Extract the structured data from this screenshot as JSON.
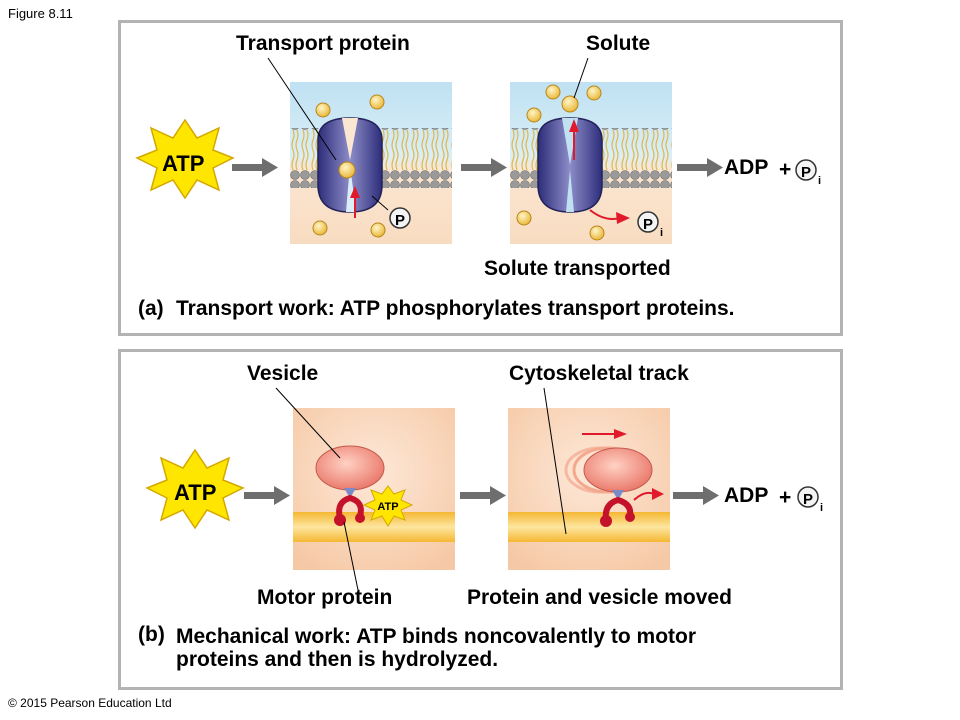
{
  "figure_label": "Figure 8.11",
  "copyright": "© 2015 Pearson Education Ltd",
  "panel_a": {
    "atp": "ATP",
    "transport_protein": "Transport protein",
    "solute": "Solute",
    "phosphate": "P",
    "pi_p": "P",
    "pi_i": "i",
    "adp": "ADP",
    "plus": "+",
    "solute_transported": "Solute transported",
    "caption_tag": "(a)",
    "caption": "Transport work: ATP phosphorylates transport proteins."
  },
  "panel_b": {
    "atp": "ATP",
    "atp_small": "ATP",
    "vesicle": "Vesicle",
    "cytoskeletal_track": "Cytoskeletal track",
    "adp": "ADP",
    "plus": "+",
    "pi_p": "P",
    "pi_i": "i",
    "motor_protein": "Motor protein",
    "moved": "Protein and vesicle moved",
    "caption_tag": "(b)",
    "caption_line1": "Mechanical work: ATP binds noncovalently to motor",
    "caption_line2": "proteins and then is hydrolyzed."
  },
  "colors": {
    "atp_star": "#ffe600",
    "arrow": "#6e6e6e",
    "red_arrow": "#e0192b",
    "protein": "#3f3f8f",
    "solute": "#f5c842",
    "extracellular": "#bfe1f2",
    "cytoplasm": "#f8dcc0",
    "vesicle": "#f2877a",
    "track": "#f9d060"
  }
}
